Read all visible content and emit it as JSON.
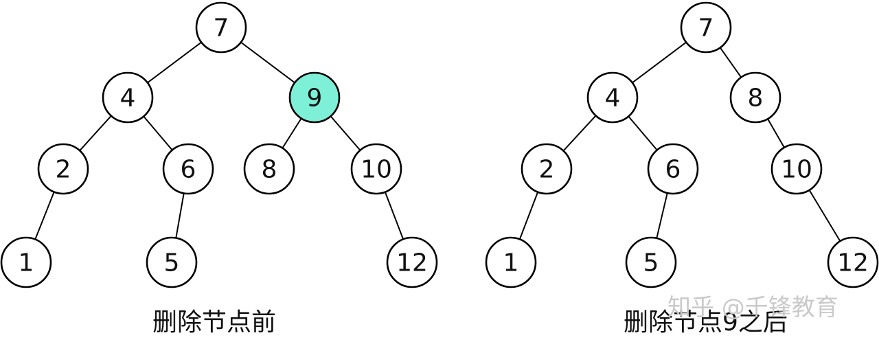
{
  "before_tree": {
    "caption": "删除节点前",
    "highlight": "9",
    "nodes": [
      {
        "id": "b7",
        "label": "7"
      },
      {
        "id": "b4",
        "label": "4"
      },
      {
        "id": "b9",
        "label": "9"
      },
      {
        "id": "b2",
        "label": "2"
      },
      {
        "id": "b6",
        "label": "6"
      },
      {
        "id": "b8",
        "label": "8"
      },
      {
        "id": "b10",
        "label": "10"
      },
      {
        "id": "b1",
        "label": "1"
      },
      {
        "id": "b5",
        "label": "5"
      },
      {
        "id": "b12",
        "label": "12"
      }
    ],
    "edges": [
      [
        "7",
        "4"
      ],
      [
        "7",
        "9"
      ],
      [
        "4",
        "2"
      ],
      [
        "4",
        "6"
      ],
      [
        "9",
        "8"
      ],
      [
        "9",
        "10"
      ],
      [
        "2",
        "1"
      ],
      [
        "6",
        "5"
      ],
      [
        "10",
        "12"
      ]
    ]
  },
  "after_tree": {
    "caption": "删除节点9之后",
    "nodes": [
      {
        "id": "a7",
        "label": "7"
      },
      {
        "id": "a4",
        "label": "4"
      },
      {
        "id": "a8",
        "label": "8"
      },
      {
        "id": "a2",
        "label": "2"
      },
      {
        "id": "a6",
        "label": "6"
      },
      {
        "id": "a10",
        "label": "10"
      },
      {
        "id": "a1",
        "label": "1"
      },
      {
        "id": "a5",
        "label": "5"
      },
      {
        "id": "a12",
        "label": "12"
      }
    ],
    "edges": [
      [
        "7",
        "4"
      ],
      [
        "7",
        "8"
      ],
      [
        "4",
        "2"
      ],
      [
        "4",
        "6"
      ],
      [
        "8",
        "10"
      ],
      [
        "2",
        "1"
      ],
      [
        "6",
        "5"
      ],
      [
        "10",
        "12"
      ]
    ]
  },
  "watermark": "知乎 @千锋教育",
  "colors": {
    "highlight": "#7ff0d8",
    "stroke": "#000000"
  }
}
